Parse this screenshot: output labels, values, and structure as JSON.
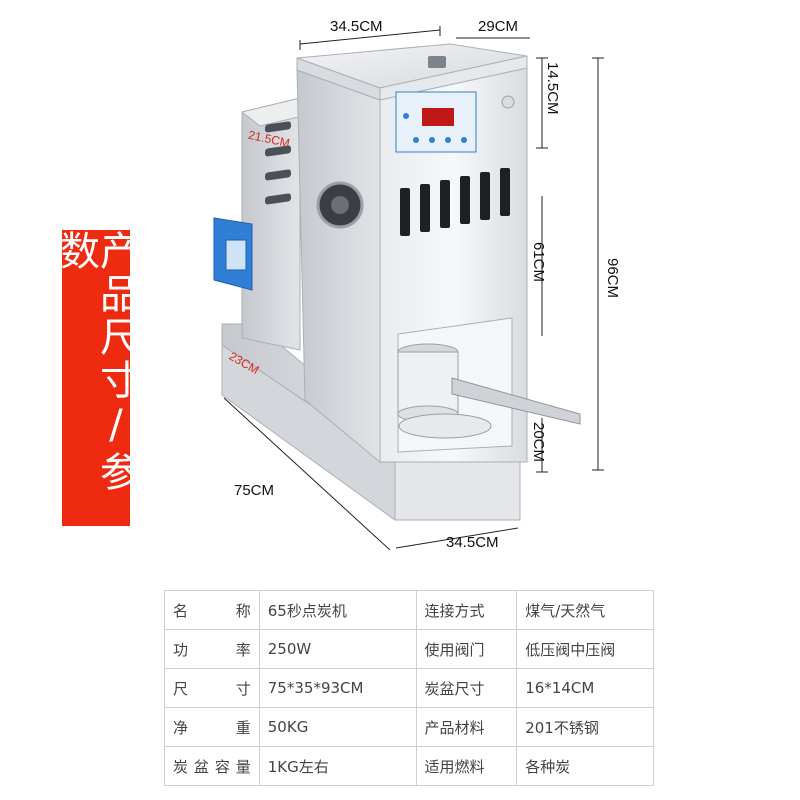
{
  "banner": {
    "text": "产品尺寸/参数"
  },
  "dimensions": {
    "top_width": "34.5CM",
    "top_depth": "29CM",
    "panel_height": "14.5CM",
    "side_upper": "21.5CM",
    "side_lower": "23CM",
    "front_height": "61CM",
    "total_height": "96CM",
    "tray_height": "20CM",
    "length": "75CM",
    "bottom_width": "34.5CM"
  },
  "specs": [
    {
      "label": "名　称",
      "value": "65秒点炭机",
      "label2": "连接方式",
      "value2": "煤气/天然气"
    },
    {
      "label": "功　率",
      "value": "250W",
      "label2": "使用阀门",
      "value2": "低压阀中压阀"
    },
    {
      "label": "尺　寸",
      "value": "75*35*93CM",
      "label2": "炭盆尺寸",
      "value2": "16*14CM"
    },
    {
      "label": "净　重",
      "value": "50KG",
      "label2": "产品材料",
      "value2": "201不锈钢"
    },
    {
      "label": "炭盆容量",
      "value": "1KG左右",
      "label2": "适用燃料",
      "value2": "各种炭"
    }
  ],
  "colors": {
    "banner": "#ee2a10",
    "steel": "#c8ccd1",
    "accent_blue": "#2f7fd6"
  }
}
